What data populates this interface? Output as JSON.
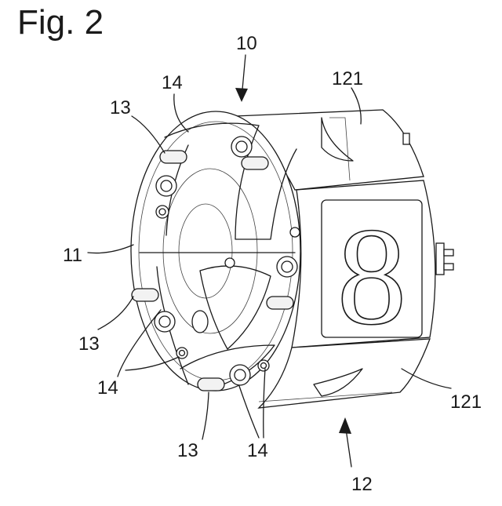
{
  "figure": {
    "title": "Fig. 2",
    "digit": "8",
    "labels": {
      "l10": "10",
      "l11": "11",
      "l12": "12",
      "l121_top": "121",
      "l121_bottom": "121",
      "l13_top": "13",
      "l13_mid": "13",
      "l13_bottom": "13",
      "l14_top": "14",
      "l14_mid": "14",
      "l14_bottom": "14"
    }
  }
}
